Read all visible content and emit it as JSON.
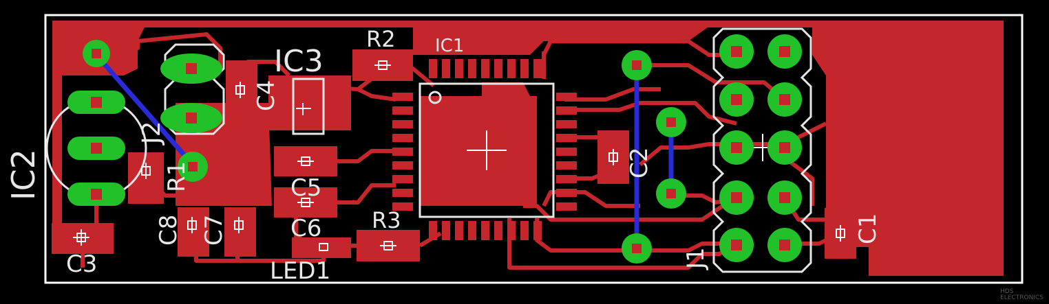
{
  "board": {
    "colors": {
      "background": "#000000",
      "copper_top": "#c4262b",
      "copper_bottom": "#2a2ad6",
      "pad_via": "#22c12a",
      "pad_hole": "#c03a3a",
      "silkscreen": "#e6e6e6",
      "outline": "#ffffff"
    },
    "labels": {
      "ic1": "IC1",
      "ic2": "IC2",
      "ic3": "IC3",
      "r1": "R1",
      "r2": "R2",
      "r3": "R3",
      "c1": "C1",
      "c2": "C2",
      "c3": "C3",
      "c4": "C4",
      "c5": "C5",
      "c6": "C6",
      "c7": "C7",
      "c8": "C8",
      "j1": "J1",
      "j2": "J2",
      "led1": "LED1"
    },
    "watermark": {
      "line1": "HDS",
      "line2": "ELECTRONICS"
    }
  }
}
